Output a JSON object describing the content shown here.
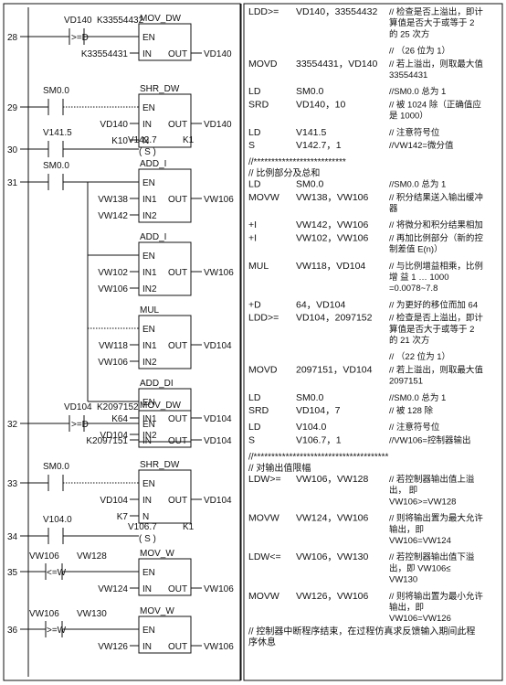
{
  "networks": [
    {
      "id": "28",
      "contacts": [
        {
          "top": "VD140",
          "kind": "cmp",
          "sym": ">=D",
          "bottom": "K33554432"
        }
      ],
      "boxes": [
        {
          "title": "MOV_DW",
          "inputs": [
            {
              "pin": "EN"
            },
            {
              "label": "K33554431",
              "pin": "IN"
            }
          ],
          "out": "VD140"
        }
      ]
    },
    {
      "id": "29",
      "contacts": [
        {
          "top": "SM0.0"
        }
      ],
      "boxes": [
        {
          "title": "SHR_DW",
          "inputs": [
            {
              "pin": "EN"
            },
            {
              "label": "VD140",
              "pin": "IN"
            },
            {
              "label": "K10",
              "pin": "N"
            }
          ],
          "out": "VD140"
        }
      ]
    },
    {
      "id": "30",
      "contacts": [
        {
          "top": "V141.5"
        }
      ],
      "coil": {
        "addr": "V142.7",
        "n": "K1",
        "sym": "( S )"
      }
    },
    {
      "id": "31",
      "contacts": [
        {
          "top": "SM0.0"
        }
      ],
      "boxes": [
        {
          "title": "ADD_I",
          "inputs": [
            {
              "pin": "EN"
            },
            {
              "label": "VW138",
              "pin": "IN1"
            },
            {
              "label": "VW142",
              "pin": "IN2"
            }
          ],
          "out": "VW106"
        },
        {
          "title": "ADD_I",
          "inputs": [
            {
              "pin": "EN"
            },
            {
              "label": "VW102",
              "pin": "IN1"
            },
            {
              "label": "VW106",
              "pin": "IN2"
            }
          ],
          "out": "VW106"
        },
        {
          "title": "MUL",
          "inputs": [
            {
              "pin": "EN"
            },
            {
              "label": "VW118",
              "pin": "IN1"
            },
            {
              "label": "VW106",
              "pin": "IN2"
            }
          ],
          "out": "VD104"
        },
        {
          "title": "ADD_DI",
          "inputs": [
            {
              "pin": "EN"
            },
            {
              "label": "K64",
              "pin": "IN1"
            },
            {
              "label": "VD104",
              "pin": "IN2"
            }
          ],
          "out": "VD104"
        }
      ]
    },
    {
      "id": "32",
      "contacts": [
        {
          "top": "VD104",
          "kind": "cmp",
          "sym": ">=D",
          "bottom": "K2097152"
        }
      ],
      "boxes": [
        {
          "title": "MOV_DW",
          "inputs": [
            {
              "pin": "EN"
            },
            {
              "label": "K2097151",
              "pin": "IN"
            }
          ],
          "out": "VD104"
        }
      ]
    },
    {
      "id": "33",
      "contacts": [
        {
          "top": "SM0.0"
        }
      ],
      "boxes": [
        {
          "title": "SHR_DW",
          "inputs": [
            {
              "pin": "EN"
            },
            {
              "label": "VD104",
              "pin": "IN"
            },
            {
              "label": "K7",
              "pin": "N"
            }
          ],
          "out": "VD104"
        }
      ]
    },
    {
      "id": "34",
      "contacts": [
        {
          "top": "V104.0"
        }
      ],
      "coil": {
        "addr": "V106.7",
        "n": "K1",
        "sym": "( S )"
      }
    },
    {
      "id": "35",
      "contacts": [
        {
          "top": "VW106",
          "kind": "cmp",
          "sym": "<=W",
          "bottom": ""
        },
        {
          "top": "VW128",
          "kind": "none"
        }
      ],
      "boxes": [
        {
          "title": "MOV_W",
          "inputs": [
            {
              "pin": "EN"
            },
            {
              "label": "VW124",
              "pin": "IN"
            }
          ],
          "out": "VW106"
        }
      ]
    },
    {
      "id": "36",
      "contacts": [
        {
          "top": "VW106",
          "kind": "cmp",
          "sym": ">=W",
          "bottom": ""
        },
        {
          "top": "VW130",
          "kind": "none"
        }
      ],
      "boxes": [
        {
          "title": "MOV_W",
          "inputs": [
            {
              "pin": "EN"
            },
            {
              "label": "VW126",
              "pin": "IN"
            }
          ],
          "out": "VW106"
        }
      ]
    }
  ],
  "code": [
    {
      "op": "LDD>=",
      "arg": "VD140，33554432",
      "cm": [
        "// 检查是否上溢出，即计",
        "算值是否大于或等于 2",
        "的 25 次方"
      ]
    },
    {
      "op": "",
      "arg": "",
      "cm": [
        "// （26 位为 1）"
      ]
    },
    {
      "op": "MOVD",
      "arg": "33554431，VD140",
      "cm": [
        "// 若上溢出，则取最大值",
        "33554431"
      ]
    },
    {
      "op": "LD",
      "arg": "SM0.0",
      "cm": [
        "//SM0.0 总为 1"
      ]
    },
    {
      "op": "SRD",
      "arg": "VD140，10",
      "cm": [
        "// 被 1024 除（正确值应",
        "是 1000）"
      ]
    },
    {
      "op": "LD",
      "arg": "V141.5",
      "cm": [
        "// 注意符号位"
      ]
    },
    {
      "op": "S",
      "arg": "V142.7，1",
      "cm": [
        "//VW142=微分值"
      ]
    },
    {
      "op": "//**************************",
      "arg": "",
      "cm": []
    },
    {
      "op": "// 比例部分及总和",
      "arg": "",
      "cm": []
    },
    {
      "op": "LD",
      "arg": "SM0.0",
      "cm": [
        "//SM0.0 总为 1"
      ]
    },
    {
      "op": "MOVW",
      "arg": "VW138，VW106",
      "cm": [
        "// 积分结果送入输出缓冲",
        "器"
      ]
    },
    {
      "op": "+I",
      "arg": "VW142，VW106",
      "cm": [
        "// 将微分和积分结果相加"
      ]
    },
    {
      "op": "+I",
      "arg": "VW102，VW106",
      "cm": [
        "// 再加比例部分（新的控",
        "制差值 E(n)）"
      ]
    },
    {
      "op": "MUL",
      "arg": "VW118，VD104",
      "cm": [
        "// 与比例增益相乘，比例",
        "增  益  1  …  1000",
        "=0.0078~7.8"
      ]
    },
    {
      "op": "+D",
      "arg": "64，VD104",
      "cm": [
        "// 为更好的移位而加 64"
      ]
    },
    {
      "op": "LDD>=",
      "arg": "VD104，2097152",
      "cm": [
        "// 检查是否上溢出，即计",
        "算值是否大于或等于 2",
        "的 21 次方"
      ]
    },
    {
      "op": "",
      "arg": "",
      "cm": [
        "// （22 位为 1）"
      ]
    },
    {
      "op": "MOVD",
      "arg": "2097151，VD104",
      "cm": [
        "// 若上溢出，则取最大值",
        "2097151"
      ]
    },
    {
      "op": "LD",
      "arg": "SM0.0",
      "cm": [
        "//SM0.0 总为 1"
      ]
    },
    {
      "op": "SRD",
      "arg": "VD104，7",
      "cm": [
        "// 被 128 除"
      ]
    },
    {
      "op": "LD",
      "arg": "V104.0",
      "cm": [
        "// 注意符号位"
      ]
    },
    {
      "op": "S",
      "arg": "V106.7，1",
      "cm": [
        "//VW106=控制器输出"
      ]
    },
    {
      "op": "//**************************************",
      "arg": "",
      "cm": []
    },
    {
      "op": "// 对输出值限幅",
      "arg": "",
      "cm": []
    },
    {
      "op": "LDW>=",
      "arg": "VW106，VW128",
      "cm": [
        "// 若控制器输出值上溢",
        "出，  即",
        "VW106>=VW128"
      ]
    },
    {
      "op": "MOVW",
      "arg": "VW124，VW106",
      "cm": [
        "// 则将输出置为最大允许",
        "输出，即",
        "VW106=VW124"
      ]
    },
    {
      "op": "LDW<=",
      "arg": "VW106，VW130",
      "cm": [
        "// 若控制器输出值下溢",
        "出，即 VW106≤",
        "VW130"
      ]
    },
    {
      "op": "MOVW",
      "arg": "VW126，VW106",
      "cm": [
        "// 则将输出置为最小允许",
        "输出，即",
        "VW106=VW126"
      ]
    },
    {
      "op": "// 控制器中断程序结束，在过程仿真求反馈输入期间此程",
      "arg": "",
      "cm": []
    },
    {
      "op": "序休息",
      "arg": "",
      "cm": []
    }
  ]
}
